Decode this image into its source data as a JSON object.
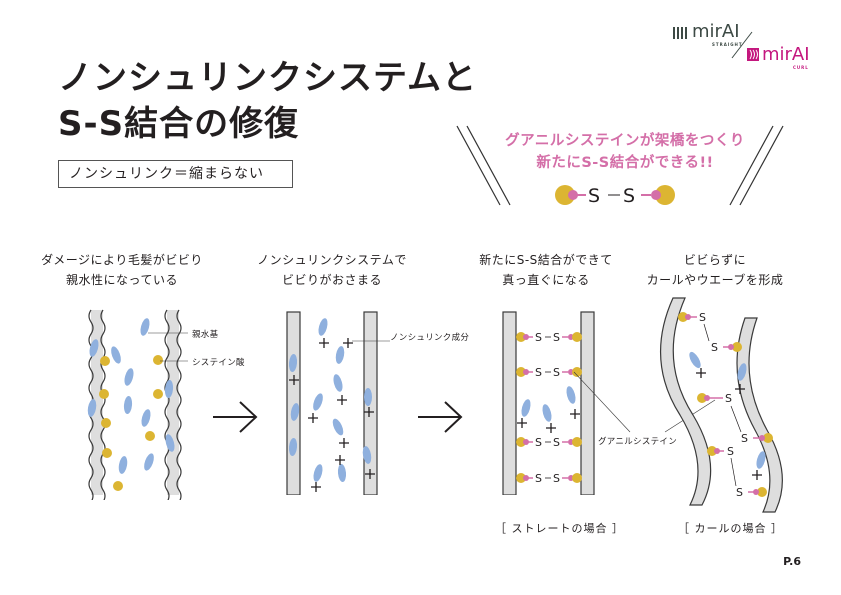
{
  "logos": {
    "straight": {
      "brand": "mirAI",
      "sub": "STRAIGHT",
      "color": "#3d4a45"
    },
    "curl": {
      "brand": "mirAI",
      "sub": "CURL",
      "color": "#c4177e"
    }
  },
  "title": {
    "line1": "ノンシュリンクシステムと",
    "line2": "S-S結合の修復"
  },
  "subtitle": "ノンシュリンク＝縮まらない",
  "highlight": {
    "line1": "グアニルシステインが架橋をつくり",
    "line2": "新たにS-S結合ができる!!",
    "bond_left": "S",
    "bond_right": "S",
    "color": "#d46fa8"
  },
  "steps": [
    {
      "line1": "ダメージにより毛髪がビビり",
      "line2": "親水性になっている"
    },
    {
      "line1": "ノンシュリンクシステムで",
      "line2": "ビビりがおさまる"
    },
    {
      "line1": "新たにS-S結合ができて",
      "line2": "真っ直ぐになる"
    },
    {
      "line1": "ビビらずに",
      "line2": "カールやウエーブを形成"
    }
  ],
  "labels": {
    "hydrophilic": "親水基",
    "cysteic_acid": "システイン酸",
    "nonshrink": "ノンシュリンク成分",
    "guanyl": "グアニルシステイン",
    "s": "S"
  },
  "cases": {
    "straight": "［ ストレートの場合 ］",
    "curl": "［ カールの場合 ］"
  },
  "arrow": "→",
  "page": "P.6",
  "colors": {
    "blue": "#8fb0de",
    "yellow": "#dcb532",
    "pink": "#d46fa8",
    "hair_fill": "#dedede",
    "hair_stroke": "#3a3a3a"
  }
}
